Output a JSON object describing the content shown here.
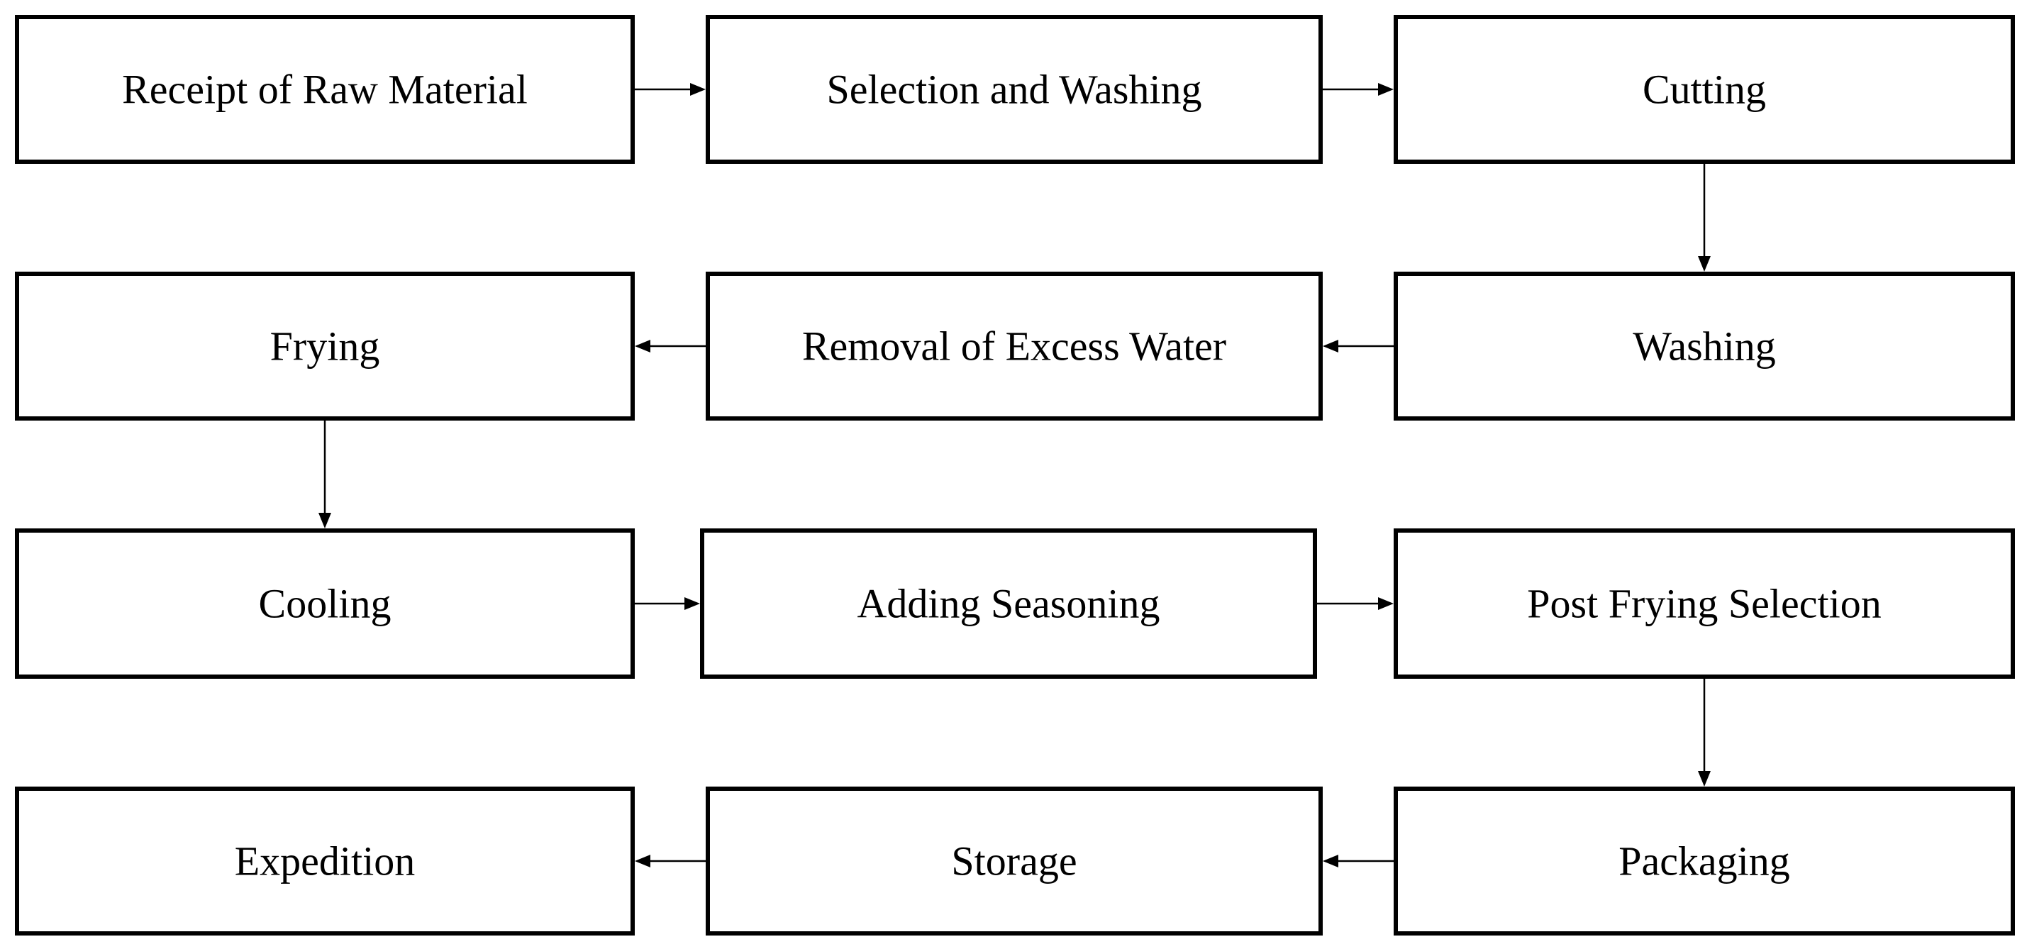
{
  "diagram": {
    "type": "process-flowchart",
    "colors": {
      "stroke": "#000000",
      "background": "#ffffff",
      "text": "#000000"
    },
    "steps": [
      {
        "id": "receipt",
        "label": "Receipt of Raw Material"
      },
      {
        "id": "selection-washing",
        "label": "Selection and Washing"
      },
      {
        "id": "cutting",
        "label": "Cutting"
      },
      {
        "id": "washing",
        "label": "Washing"
      },
      {
        "id": "removal-water",
        "label": "Removal of Excess Water"
      },
      {
        "id": "frying",
        "label": "Frying"
      },
      {
        "id": "cooling",
        "label": "Cooling"
      },
      {
        "id": "adding-seasoning",
        "label": "Adding Seasoning"
      },
      {
        "id": "post-frying-selection",
        "label": "Post Frying Selection"
      },
      {
        "id": "packaging",
        "label": "Packaging"
      },
      {
        "id": "storage",
        "label": "Storage"
      },
      {
        "id": "expedition",
        "label": "Expedition"
      }
    ],
    "flow": [
      {
        "from": "receipt",
        "to": "selection-washing"
      },
      {
        "from": "selection-washing",
        "to": "cutting"
      },
      {
        "from": "cutting",
        "to": "washing"
      },
      {
        "from": "washing",
        "to": "removal-water"
      },
      {
        "from": "removal-water",
        "to": "frying"
      },
      {
        "from": "frying",
        "to": "cooling"
      },
      {
        "from": "cooling",
        "to": "adding-seasoning"
      },
      {
        "from": "adding-seasoning",
        "to": "post-frying-selection"
      },
      {
        "from": "post-frying-selection",
        "to": "packaging"
      },
      {
        "from": "packaging",
        "to": "storage"
      },
      {
        "from": "storage",
        "to": "expedition"
      }
    ]
  }
}
